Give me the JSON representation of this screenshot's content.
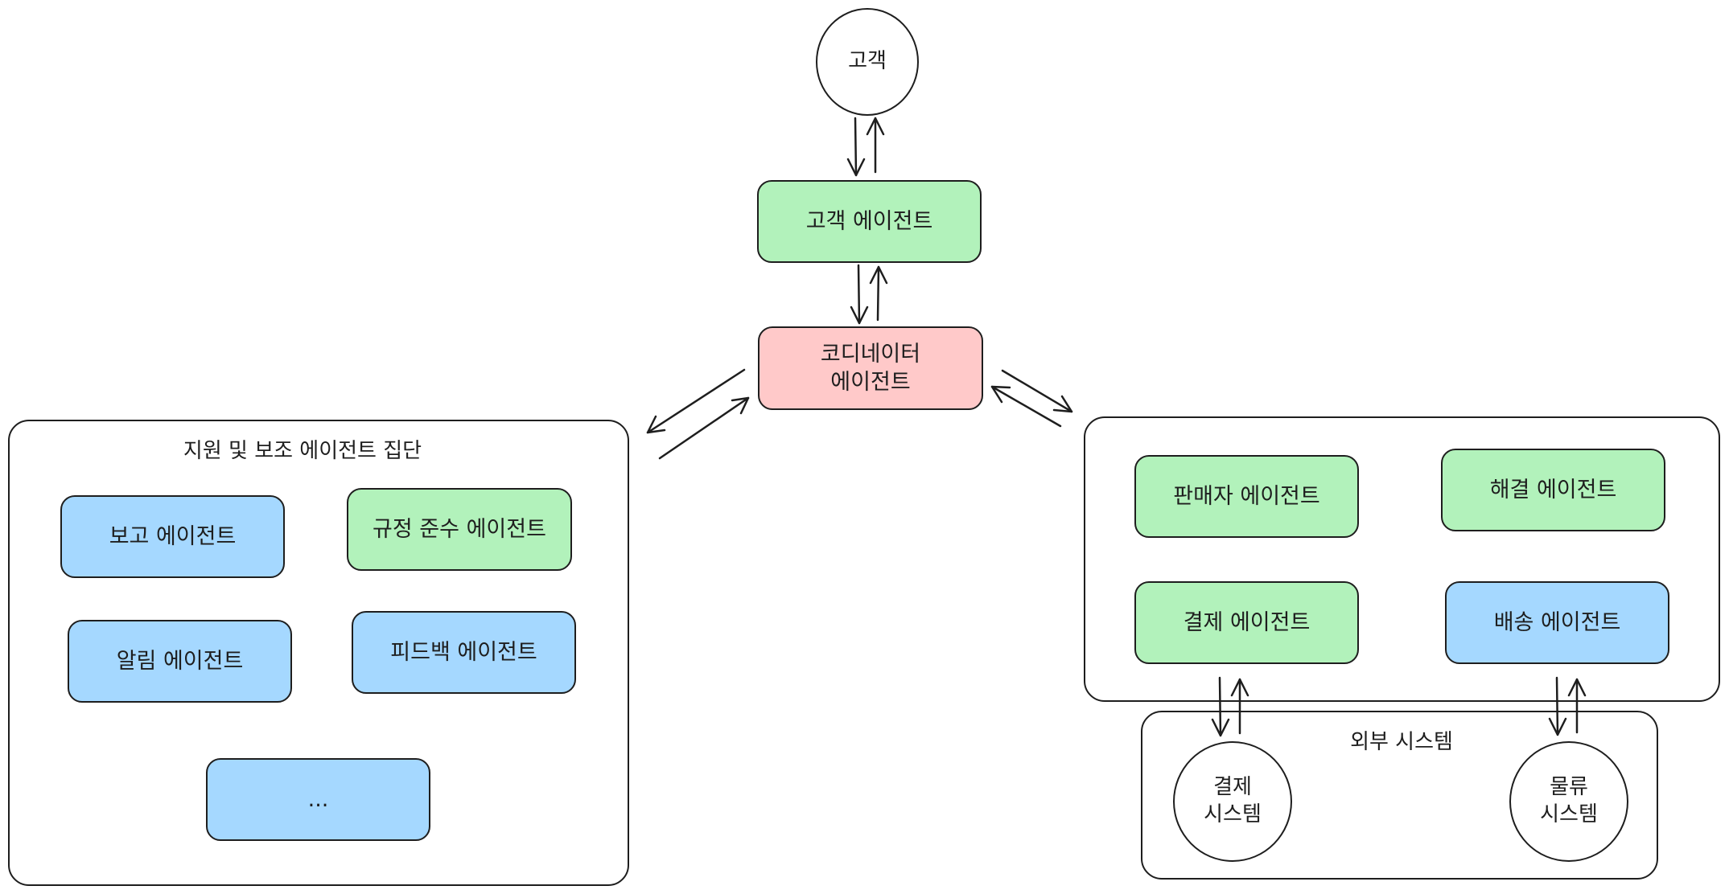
{
  "nodes": {
    "customer": "고객",
    "customer_agent": "고객 에이전트",
    "coordinator_agent": "코디네이터\n에이전트",
    "support_group_title": "지원 및 보조 에이전트 집단",
    "report_agent": "보고 에이전트",
    "compliance_agent": "규정 준수 에이전트",
    "notification_agent": "알림 에이전트",
    "feedback_agent": "피드백 에이전트",
    "more_agents": "...",
    "seller_agent": "판매자 에이전트",
    "resolution_agent": "해결 에이전트",
    "payment_agent": "결제 에이전트",
    "shipping_agent": "배송 에이전트",
    "external_group_title": "외부 시스템",
    "payment_system": "결제\n시스템",
    "logistics_system": "물류\n시스템"
  },
  "colors": {
    "green": "#b2f2bb",
    "blue": "#a5d8ff",
    "red": "#ffc9c9",
    "stroke": "#1e1e1e"
  }
}
